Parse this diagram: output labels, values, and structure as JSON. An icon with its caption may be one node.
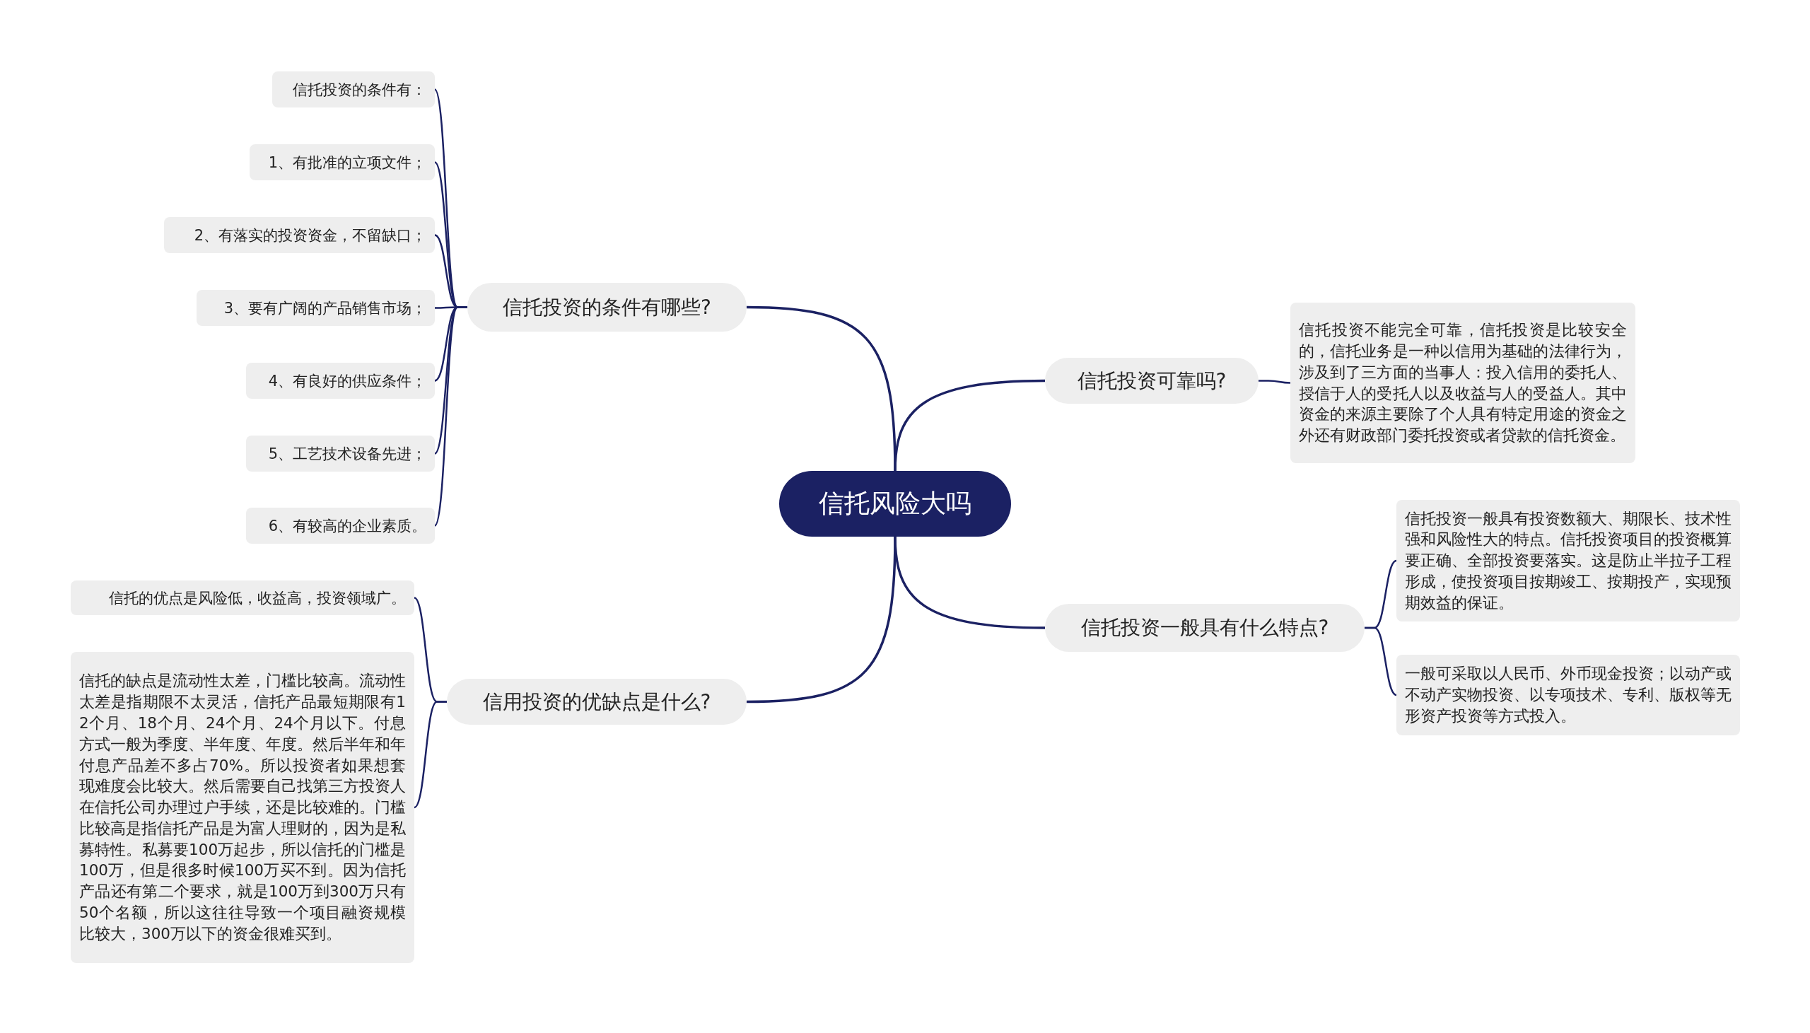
{
  "diagram": {
    "nodes": [
      {
        "text": [
          "信托风险大吗"
        ]
      },
      {
        "text": [
          "信托投资的条件有哪些?"
        ]
      },
      {
        "text": [
          "信托投资的条件有："
        ]
      },
      {
        "text": [
          "1、有批准的立项文件；"
        ]
      },
      {
        "text": [
          "2、有落实的投资资金，不留缺口；"
        ]
      },
      {
        "text": [
          "3、要有广阔的产品销售市场；"
        ]
      },
      {
        "text": [
          "4、有良好的供应条件；"
        ]
      },
      {
        "text": [
          "5、工艺技术设备先进；"
        ]
      },
      {
        "text": [
          "6、有较高的企业素质。"
        ]
      },
      {
        "text": [
          "信用投资的优缺点是什么?"
        ]
      },
      {
        "text": [
          "信托的优点是风险低，收益高，投资领域广。"
        ]
      },
      {
        "text": [
          "信托的缺点是流动性太差，门槛比较高。流动性太差是指期限不太灵活，信托产品最短期限有12个月、18个月、24个月、24个月以下。付息方式一般为季度、半年度、年度。然后半年和年付息产品差不多占70%。所以投资者如果想套现难度会比较大。然后需要自己找第三方投资人在信托公司办理过户手续，还是比较难的。门槛比较高是指信托产品是为富人理财的，因为是私募特性。私募要100万起步，所以信托的门槛是100万，但是很多时候100万买不到。因为信托产品还有第二个要求，就是100万到300万只有50个名额，所以这往往导致一个项目融资规模比较大，300万以下的资金很难买到。"
        ]
      },
      {
        "text": [
          "信托投资可靠吗?"
        ]
      },
      {
        "text": [
          "信托投资不能完全可靠，信托投资是比较安全的，信托业务是一种以信用为基础的法律行为，涉及到了三方面的当事人：投入信用的委托人、授信于人的受托人以及收益与人的受益人。其中资金的来源主要除了个人具有特定用途的资金之外还有财政部门委托投资或者贷款的信托资金。"
        ]
      },
      {
        "text": [
          "信托投资一般具有什么特点?"
        ]
      },
      {
        "text": [
          "信托投资一般具有投资数额大、期限长、技术性强和风险性大的特点。信托投资项目的投资概算要正确、全部投资要落实。这是防止半拉子工程形成，使投资项目按期竣工、按期投产，实现预期效益的保证。"
        ]
      },
      {
        "text": [
          "一般可采取以人民币、外币现金投资；以动产或不动产实物投资、以专项技术、专利、版权等无形资产投资等方式投入。"
        ]
      }
    ],
    "edges": [
      {
        "from": 0,
        "to": 1,
        "arrow": "none"
      },
      {
        "from": 1,
        "to": 2,
        "arrow": "none"
      },
      {
        "from": 1,
        "to": 3,
        "arrow": "none"
      },
      {
        "from": 1,
        "to": 4,
        "arrow": "none"
      },
      {
        "from": 1,
        "to": 5,
        "arrow": "none"
      },
      {
        "from": 1,
        "to": 6,
        "arrow": "none"
      },
      {
        "from": 1,
        "to": 7,
        "arrow": "none"
      },
      {
        "from": 1,
        "to": 8,
        "arrow": "none"
      },
      {
        "from": 0,
        "to": 9,
        "arrow": "none"
      },
      {
        "from": 9,
        "to": 10,
        "arrow": "none"
      },
      {
        "from": 9,
        "to": 11,
        "arrow": "none"
      },
      {
        "from": 0,
        "to": 12,
        "arrow": "none"
      },
      {
        "from": 12,
        "to": 13,
        "arrow": "none"
      },
      {
        "from": 0,
        "to": 14,
        "arrow": "none"
      },
      {
        "from": 14,
        "to": 15,
        "arrow": "none"
      },
      {
        "from": 14,
        "to": 16,
        "arrow": "none"
      }
    ]
  }
}
